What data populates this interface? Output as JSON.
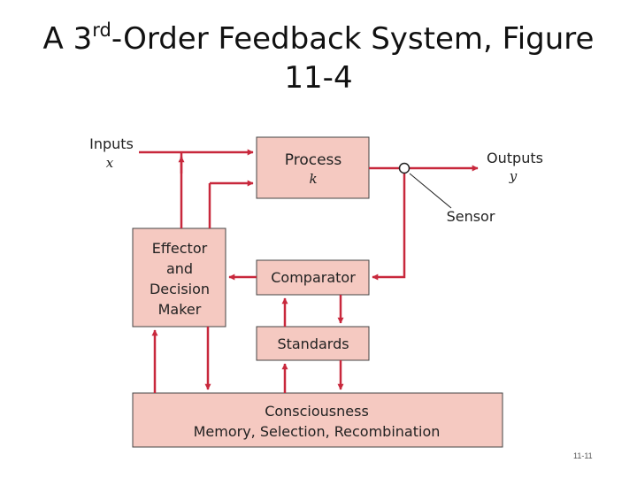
{
  "slide": {
    "title_pre": "A 3",
    "title_sup": "rd",
    "title_post": "-Order Feedback System, Figure",
    "title_line2": "11-4",
    "footer": "11-11"
  },
  "diagram": {
    "inputs_label": "Inputs",
    "inputs_var": "x",
    "outputs_label": "Outputs",
    "outputs_var": "y",
    "sensor_label": "Sensor",
    "process": {
      "name": "Process",
      "var": "k"
    },
    "effector": [
      "Effector",
      "and",
      "Decision",
      "Maker"
    ],
    "comparator": "Comparator",
    "standards": "Standards",
    "consciousness": [
      "Consciousness",
      "Memory, Selection, Recombination"
    ],
    "colors": {
      "box_fill": "#f5c9c1",
      "arrow": "#c8283c",
      "box_stroke": "#444444"
    }
  }
}
